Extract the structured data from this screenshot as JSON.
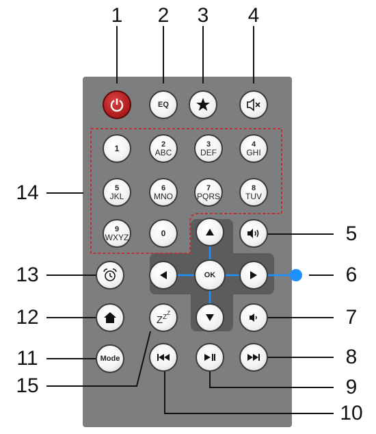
{
  "callouts": {
    "n1": "1",
    "n2": "2",
    "n3": "3",
    "n4": "4",
    "n5": "5",
    "n6": "6",
    "n7": "7",
    "n8": "8",
    "n9": "9",
    "n10": "10",
    "n11": "11",
    "n12": "12",
    "n13": "13",
    "n14": "14",
    "n15": "15"
  },
  "buttons": {
    "eq": "EQ",
    "key1": "1",
    "key2_num": "2",
    "key2_letters": "ABC",
    "key3_num": "3",
    "key3_letters": "DEF",
    "key4_num": "4",
    "key4_letters": "GHI",
    "key5_num": "5",
    "key5_letters": "JKL",
    "key6_num": "6",
    "key6_letters": "MNO",
    "key7_num": "7",
    "key7_letters": "PQRS",
    "key8_num": "8",
    "key8_letters": "TUV",
    "key9_num": "9",
    "key9_letters": "WXYZ",
    "key0": "0",
    "ok": "OK",
    "sleep": "Z",
    "mode": "Mode"
  },
  "colors": {
    "remote_body": "#7d7e80",
    "power_button": "#b42020",
    "keypad_outline": "#c03030",
    "callout_lines": "#1e90ff"
  },
  "icons": [
    "power-icon",
    "star-icon",
    "mute-icon",
    "volume-up-icon",
    "volume-down-icon",
    "alarm-icon",
    "home-icon",
    "previous-icon",
    "play-pause-icon",
    "next-icon",
    "arrow-up-icon",
    "arrow-down-icon",
    "arrow-left-icon",
    "arrow-right-icon"
  ]
}
